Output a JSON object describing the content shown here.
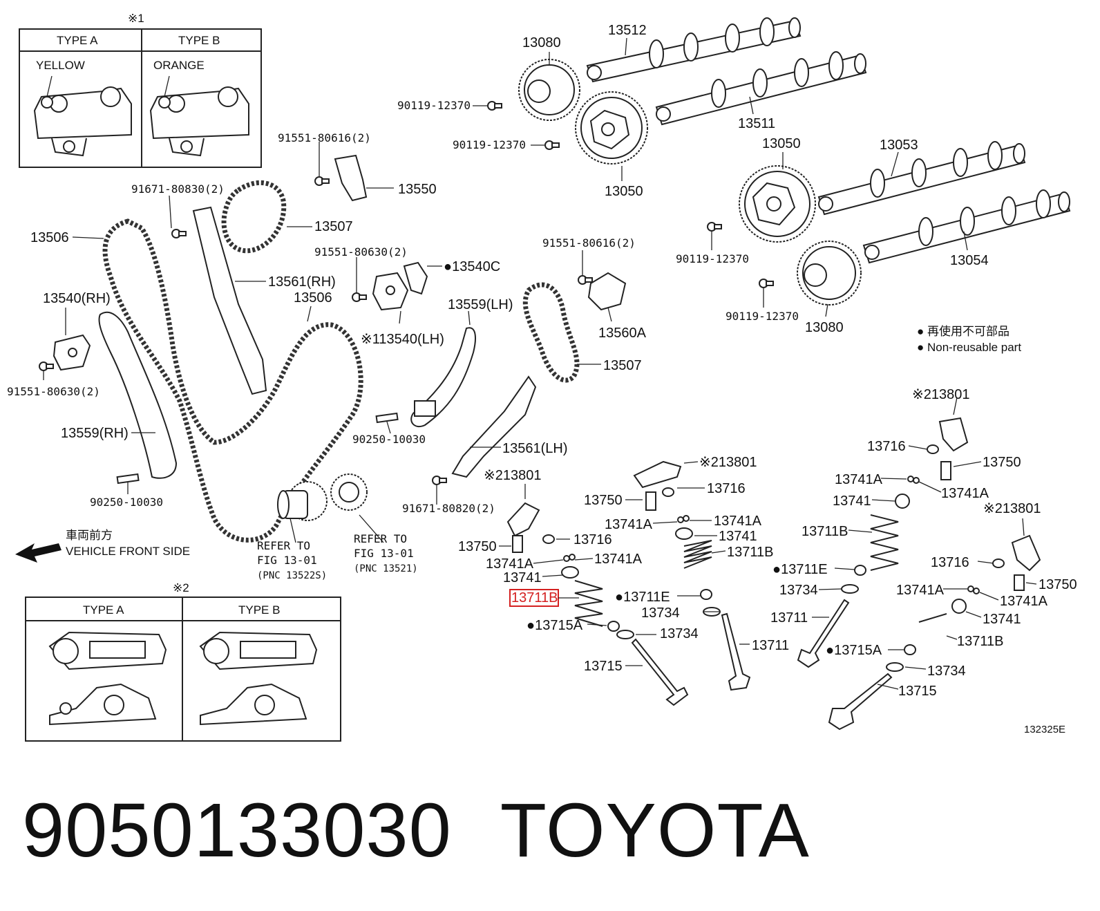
{
  "type_box_1": {
    "note": "※1",
    "col_a": "TYPE A",
    "col_b": "TYPE B",
    "color_a": "YELLOW",
    "color_b": "ORANGE"
  },
  "type_box_2": {
    "note": "※2",
    "col_a": "TYPE A",
    "col_b": "TYPE B"
  },
  "labels": {
    "p13080_top": "13080",
    "p13512": "13512",
    "p90119_a": "90119-12370",
    "p90119_b": "90119-12370",
    "p13511": "13511",
    "p13050_top": "13050",
    "p13053": "13053",
    "p13050_bot": "13050",
    "p90119_c": "90119-12370",
    "p13054": "13054",
    "p90119_d": "90119-12370",
    "p13080_bot": "13080",
    "p91551_80616_a": "91551-80616(2)",
    "p13550": "13550",
    "p91671_80830": "91671-80830(2)",
    "p13507_top": "13507",
    "p13506_left": "13506",
    "p13561_rh": "13561(RH)",
    "p13506_mid": "13506",
    "p91551_80630_a": "91551-80630(2)",
    "p13540c": "●13540C",
    "p91551_80616_b": "91551-80616(2)",
    "p13540_rh": "13540(RH)",
    "p13559_lh": "13559(LH)",
    "p13540_lh": "※113540(LH)",
    "p13560a": "13560A",
    "p91551_80630_b": "91551-80630(2)",
    "p13507_mid": "13507",
    "p13559_rh": "13559(RH)",
    "p90250_a": "90250-10030",
    "p13561_lh": "13561(LH)",
    "p90250_b": "90250-10030",
    "p91671_80820": "91671-80820(2)",
    "p13801_a": "※213801",
    "p13801_b": "※213801",
    "p13801_c": "※213801",
    "p13801_d": "※213801",
    "p13716_a": "13716",
    "p13716_b": "13716",
    "p13716_c": "13716",
    "p13716_d": "13716",
    "p13750_a": "13750",
    "p13750_b": "13750",
    "p13750_c": "13750",
    "p13750_d": "13750",
    "p13741a_1": "13741A",
    "p13741a_2": "13741A",
    "p13741a_3": "13741A",
    "p13741a_4": "13741A",
    "p13741a_5": "13741A",
    "p13741a_6": "13741A",
    "p13741a_7": "13741A",
    "p13741a_8": "13741A",
    "p13741_a": "13741",
    "p13741_b": "13741",
    "p13741_c": "13741",
    "p13741_d": "13741",
    "p13711b_a": "13711B",
    "p13711b_b": "13711B",
    "p13711b_c": "13711B",
    "p13711b_d": "13711B",
    "p13711e_a": "●13711E",
    "p13711e_b": "●13711E",
    "p13715a_a": "●13715A",
    "p13715a_b": "●13715A",
    "p13734_a": "13734",
    "p13734_b": "13734",
    "p13734_c": "13734",
    "p13734_d": "13734",
    "p13711_a": "13711",
    "p13711_b": "13711",
    "p13715_a": "13715",
    "p13715_b": "13715"
  },
  "refer_1": {
    "line1": "REFER TO",
    "line2": "FIG 13-01",
    "line3": "(PNC 13522S)"
  },
  "refer_2": {
    "line1": "REFER TO",
    "line2": "FIG 13-01",
    "line3": "(PNC 13521)"
  },
  "front_jp": "車両前方",
  "front_en": "VEHICLE FRONT SIDE",
  "legend_jp": "● 再使用不可部品",
  "legend_en": "● Non-reusable part",
  "figure_code": "132325E",
  "footer": {
    "part_number": "9050133030",
    "brand": "TOYOTA"
  },
  "colors": {
    "highlight": "#d42020",
    "line": "#222222"
  }
}
